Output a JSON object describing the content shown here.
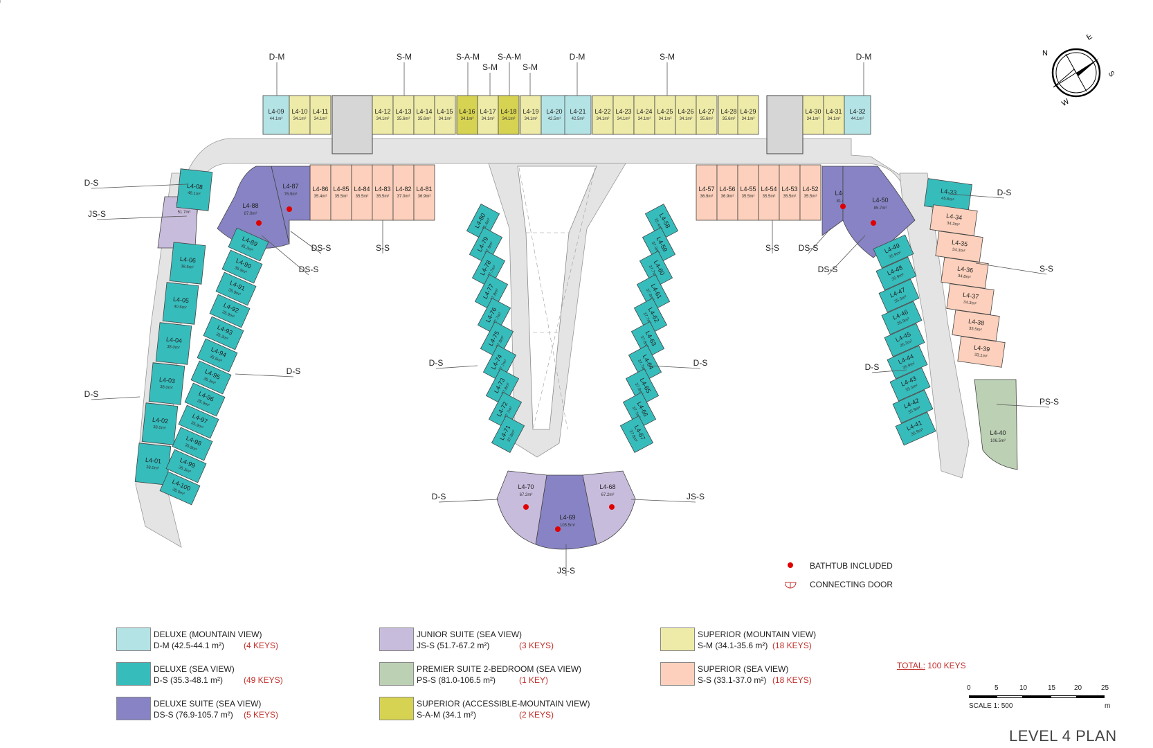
{
  "colors": {
    "D-M": "#b4e3e6",
    "D-S": "#37bcbc",
    "DS-S": "#8783c4",
    "JS-S": "#c8bcdc",
    "PS-S": "#bcd0b4",
    "S-A-M": "#d7d352",
    "S-M": "#eeeba8",
    "S-S": "#fcd0bc",
    "corridor": "#e4e4e4",
    "bathtub": "#e00000",
    "keys_text": "#c0302b"
  },
  "callouts": [
    "D-M",
    "S-M",
    "S-A-M",
    "S-M",
    "S-A-M",
    "S-M",
    "D-M",
    "S-M",
    "D-M",
    "D-S",
    "JS-S",
    "D-S",
    "D-S",
    "DS-S",
    "DS-S",
    "S-S",
    "S-S",
    "DS-S",
    "DS-S",
    "D-S",
    "S-S",
    "D-S",
    "PS-S",
    "D-S",
    "D-S",
    "D-S",
    "JS-S",
    "JS-S",
    "DS-S"
  ],
  "units": {
    "top": [
      {
        "id": "L4-09",
        "area": "44.1m²",
        "type": "D-M"
      },
      {
        "id": "L4-10",
        "area": "34.1m²",
        "type": "S-M"
      },
      {
        "id": "L4-11",
        "area": "34.1m²",
        "type": "S-M"
      },
      {
        "id": "L4-12",
        "area": "34.1m²",
        "type": "S-M"
      },
      {
        "id": "L4-13",
        "area": "35.6m²",
        "type": "S-M"
      },
      {
        "id": "L4-14",
        "area": "35.6m²",
        "type": "S-M"
      },
      {
        "id": "L4-15",
        "area": "34.1m²",
        "type": "S-M"
      },
      {
        "id": "L4-16",
        "area": "34.1m²",
        "type": "S-A-M"
      },
      {
        "id": "L4-17",
        "area": "34.1m²",
        "type": "S-M"
      },
      {
        "id": "L4-18",
        "area": "34.1m²",
        "type": "S-A-M"
      },
      {
        "id": "L4-19",
        "area": "34.1m²",
        "type": "S-M"
      },
      {
        "id": "L4-20",
        "area": "42.5m²",
        "type": "D-M"
      },
      {
        "id": "L4-21",
        "area": "42.5m²",
        "type": "D-M"
      },
      {
        "id": "L4-22",
        "area": "34.1m²",
        "type": "S-M"
      },
      {
        "id": "L4-23",
        "area": "34.1m²",
        "type": "S-M"
      },
      {
        "id": "L4-24",
        "area": "34.1m²",
        "type": "S-M"
      },
      {
        "id": "L4-25",
        "area": "34.1m²",
        "type": "S-M"
      },
      {
        "id": "L4-26",
        "area": "34.1m²",
        "type": "S-M"
      },
      {
        "id": "L4-27",
        "area": "35.6m²",
        "type": "S-M"
      },
      {
        "id": "L4-28",
        "area": "35.6m²",
        "type": "S-M"
      },
      {
        "id": "L4-29",
        "area": "34.1m²",
        "type": "S-M"
      },
      {
        "id": "L4-30",
        "area": "34.1m²",
        "type": "S-M"
      },
      {
        "id": "L4-31",
        "area": "34.1m²",
        "type": "S-M"
      },
      {
        "id": "L4-32",
        "area": "44.1m²",
        "type": "D-M"
      }
    ],
    "inner_left": [
      {
        "id": "L4-86",
        "area": "35.4m²",
        "type": "S-S"
      },
      {
        "id": "L4-85",
        "area": "35.5m²",
        "type": "S-S"
      },
      {
        "id": "L4-84",
        "area": "35.5m²",
        "type": "S-S"
      },
      {
        "id": "L4-83",
        "area": "35.5m²",
        "type": "S-S"
      },
      {
        "id": "L4-82",
        "area": "37.0m²",
        "type": "S-S"
      },
      {
        "id": "L4-81",
        "area": "36.9m²",
        "type": "S-S"
      }
    ],
    "inner_right": [
      {
        "id": "L4-57",
        "area": "36.9m²",
        "type": "S-S"
      },
      {
        "id": "L4-56",
        "area": "36.9m²",
        "type": "S-S"
      },
      {
        "id": "L4-55",
        "area": "35.5m²",
        "type": "S-S"
      },
      {
        "id": "L4-54",
        "area": "35.5m²",
        "type": "S-S"
      },
      {
        "id": "L4-53",
        "area": "35.5m²",
        "type": "S-S"
      },
      {
        "id": "L4-52",
        "area": "35.5m²",
        "type": "S-S"
      }
    ],
    "suites": [
      {
        "id": "L4-88",
        "area": "87.0m²",
        "type": "DS-S"
      },
      {
        "id": "L4-87",
        "area": "76.9m²",
        "type": "DS-S"
      },
      {
        "id": "L4-51",
        "area": "81.0m²",
        "type": "DS-S"
      },
      {
        "id": "L4-50",
        "area": "85.7m²",
        "type": "DS-S"
      },
      {
        "id": "L4-69",
        "area": "105.5m²",
        "type": "DS-S"
      },
      {
        "id": "L4-70",
        "area": "67.2m²",
        "type": "JS-S"
      },
      {
        "id": "L4-68",
        "area": "67.2m²",
        "type": "JS-S"
      },
      {
        "id": "L4-07",
        "area": "51.7m²",
        "type": "JS-S"
      },
      {
        "id": "L4-40",
        "area": "106.5m²",
        "type": "PS-S"
      }
    ],
    "west_outer": [
      {
        "id": "L4-08",
        "area": "48.1m²",
        "type": "D-S"
      },
      {
        "id": "L4-06",
        "area": "38.5m²",
        "type": "D-S"
      },
      {
        "id": "L4-05",
        "area": "40.6m²",
        "type": "D-S"
      },
      {
        "id": "L4-04",
        "area": "38.0m²",
        "type": "D-S"
      },
      {
        "id": "L4-03",
        "area": "38.0m²",
        "type": "D-S"
      },
      {
        "id": "L4-02",
        "area": "38.0m²",
        "type": "D-S"
      },
      {
        "id": "L4-01",
        "area": "38.0m²",
        "type": "D-S"
      }
    ],
    "west_inner": [
      {
        "id": "L4-89",
        "area": "35.3m²",
        "type": "D-S"
      },
      {
        "id": "L4-90",
        "area": "35.9m²",
        "type": "D-S"
      },
      {
        "id": "L4-91",
        "area": "35.9m²",
        "type": "D-S"
      },
      {
        "id": "L4-92",
        "area": "35.9m²",
        "type": "D-S"
      },
      {
        "id": "L4-93",
        "area": "35.3m²",
        "type": "D-S"
      },
      {
        "id": "L4-94",
        "area": "35.9m²",
        "type": "D-S"
      },
      {
        "id": "L4-95",
        "area": "35.3m²",
        "type": "D-S"
      },
      {
        "id": "L4-96",
        "area": "35.9m²",
        "type": "D-S"
      },
      {
        "id": "L4-97",
        "area": "35.9m²",
        "type": "D-S"
      },
      {
        "id": "L4-98",
        "area": "35.9m²",
        "type": "D-S"
      },
      {
        "id": "L4-99",
        "area": "35.3m²",
        "type": "D-S"
      },
      {
        "id": "L4-100",
        "area": "35.9m²",
        "type": "D-S"
      }
    ],
    "center_left": [
      {
        "id": "L4-80",
        "area": "35.4m²",
        "type": "D-S"
      },
      {
        "id": "L4-79",
        "area": "37.9m²",
        "type": "D-S"
      },
      {
        "id": "L4-78",
        "area": "37.7m²",
        "type": "D-S"
      },
      {
        "id": "L4-77",
        "area": "37.8m²",
        "type": "D-S"
      },
      {
        "id": "L4-76",
        "area": "37.7m²",
        "type": "D-S"
      },
      {
        "id": "L4-75",
        "area": "37.8m²",
        "type": "D-S"
      },
      {
        "id": "L4-74",
        "area": "37.7m²",
        "type": "D-S"
      },
      {
        "id": "L4-73",
        "area": "37.8m²",
        "type": "D-S"
      },
      {
        "id": "L4-72",
        "area": "37.7m²",
        "type": "D-S"
      },
      {
        "id": "L4-71",
        "area": "37.8m²",
        "type": "D-S"
      }
    ],
    "center_right": [
      {
        "id": "L4-58",
        "area": "35.4m²",
        "type": "D-S"
      },
      {
        "id": "L4-59",
        "area": "37.9m²",
        "type": "D-S"
      },
      {
        "id": "L4-60",
        "area": "37.7m²",
        "type": "D-S"
      },
      {
        "id": "L4-61",
        "area": "37.8m²",
        "type": "D-S"
      },
      {
        "id": "L4-62",
        "area": "37.7m²",
        "type": "D-S"
      },
      {
        "id": "L4-63",
        "area": "37.8m²",
        "type": "D-S"
      },
      {
        "id": "L4-64",
        "area": "37.7m²",
        "type": "D-S"
      },
      {
        "id": "L4-65",
        "area": "37.8m²",
        "type": "D-S"
      },
      {
        "id": "L4-66",
        "area": "37.7m²",
        "type": "D-S"
      },
      {
        "id": "L4-67",
        "area": "37.8m²",
        "type": "D-S"
      }
    ],
    "east_inner": [
      {
        "id": "L4-49",
        "area": "35.9m²",
        "type": "D-S"
      },
      {
        "id": "L4-48",
        "area": "35.9m²",
        "type": "D-S"
      },
      {
        "id": "L4-47",
        "area": "35.3m²",
        "type": "D-S"
      },
      {
        "id": "L4-46",
        "area": "35.9m²",
        "type": "D-S"
      },
      {
        "id": "L4-45",
        "area": "35.3m²",
        "type": "D-S"
      },
      {
        "id": "L4-44",
        "area": "35.9m²",
        "type": "D-S"
      },
      {
        "id": "L4-43",
        "area": "35.3m²",
        "type": "D-S"
      },
      {
        "id": "L4-42",
        "area": "35.9m²",
        "type": "D-S"
      },
      {
        "id": "L4-41",
        "area": "35.9m²",
        "type": "D-S"
      }
    ],
    "east_outer": [
      {
        "id": "L4-33",
        "area": "45.6m²",
        "type": "D-S"
      },
      {
        "id": "L4-34",
        "area": "34.3m²",
        "type": "S-S"
      },
      {
        "id": "L4-35",
        "area": "34.3m²",
        "type": "S-S"
      },
      {
        "id": "L4-36",
        "area": "34.8m²",
        "type": "S-S"
      },
      {
        "id": "L4-37",
        "area": "34.3m²",
        "type": "S-S"
      },
      {
        "id": "L4-38",
        "area": "35.5m²",
        "type": "S-S"
      },
      {
        "id": "L4-39",
        "area": "33.1m²",
        "type": "S-S"
      }
    ]
  },
  "legend": [
    {
      "type": "D-M",
      "line1": "DELUXE (MOUNTAIN VIEW)",
      "line2": "D-M (42.5-44.1 m²)",
      "keys": "(4 KEYS)"
    },
    {
      "type": "D-S",
      "line1": "DELUXE (SEA VIEW)",
      "line2": "D-S (35.3-48.1 m²)",
      "keys": "(49 KEYS)"
    },
    {
      "type": "DS-S",
      "line1": "DELUXE SUITE (SEA VIEW)",
      "line2": "DS-S (76.9-105.7 m²)",
      "keys": "(5 KEYS)"
    },
    {
      "type": "JS-S",
      "line1": "JUNIOR SUITE (SEA VIEW)",
      "line2": "JS-S (51.7-67.2 m²)",
      "keys": "(3 KEYS)"
    },
    {
      "type": "PS-S",
      "line1": "PREMIER SUITE 2-BEDROOM (SEA VIEW)",
      "line2": "PS-S (81.0-106.5 m²)",
      "keys": "(1 KEY)"
    },
    {
      "type": "S-A-M",
      "line1": "SUPERIOR (ACCESSIBLE-MOUNTAIN VIEW)",
      "line2": "S-A-M (34.1 m²)",
      "keys": "(2 KEYS)"
    },
    {
      "type": "S-M",
      "line1": "SUPERIOR (MOUNTAIN VIEW)",
      "line2": "S-M (34.1-35.6 m²)",
      "keys": "(18 KEYS)"
    },
    {
      "type": "S-S",
      "line1": "SUPERIOR (SEA VIEW)",
      "line2": "S-S (33.1-37.0 m²)",
      "keys": "(18 KEYS)"
    }
  ],
  "notes": {
    "bathtub": "BATHTUB INCLUDED",
    "door": "CONNECTING DOOR"
  },
  "total": {
    "label": "TOTAL:",
    "value": "100 KEYS"
  },
  "scale": {
    "ticks": [
      "0",
      "5",
      "10",
      "15",
      "20",
      "25"
    ],
    "label": "SCALE 1:  500",
    "unit": "m"
  },
  "compass": {
    "n": "N",
    "e": "E",
    "s": "S",
    "w": "W"
  },
  "title": "LEVEL 4 PLAN"
}
